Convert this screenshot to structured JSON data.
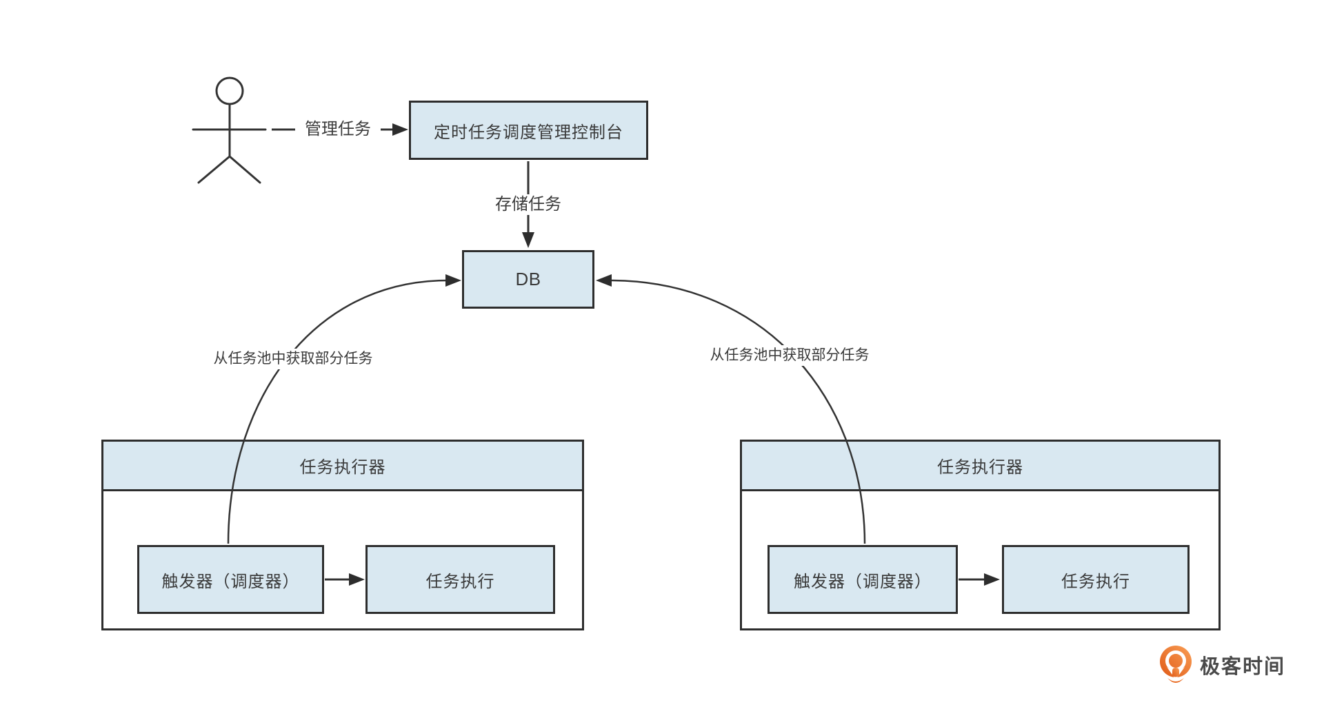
{
  "diagram": {
    "console_node": {
      "label": "定时任务调度管理控制台"
    },
    "db_node": {
      "label": "DB"
    },
    "edge_labels": {
      "manage": "管理任务",
      "store": "存储任务",
      "fetch_left": "从任务池中获取部分任务",
      "fetch_right": "从任务池中获取部分任务"
    },
    "executors": [
      {
        "title": "任务执行器",
        "trigger_label": "触发器（调度器）",
        "exec_label": "任务执行"
      },
      {
        "title": "任务执行器",
        "trigger_label": "触发器（调度器）",
        "exec_label": "任务执行"
      }
    ],
    "colors": {
      "node_fill": "#d9e8f1",
      "node_border": "#2d2d2d",
      "line": "#333333",
      "text": "#3a3a3a"
    }
  },
  "branding": {
    "logo_text": "极客时间",
    "logo_orange_dark": "#e05a17",
    "logo_orange_light": "#f99e55",
    "logo_text_color": "#4a4a4a"
  }
}
